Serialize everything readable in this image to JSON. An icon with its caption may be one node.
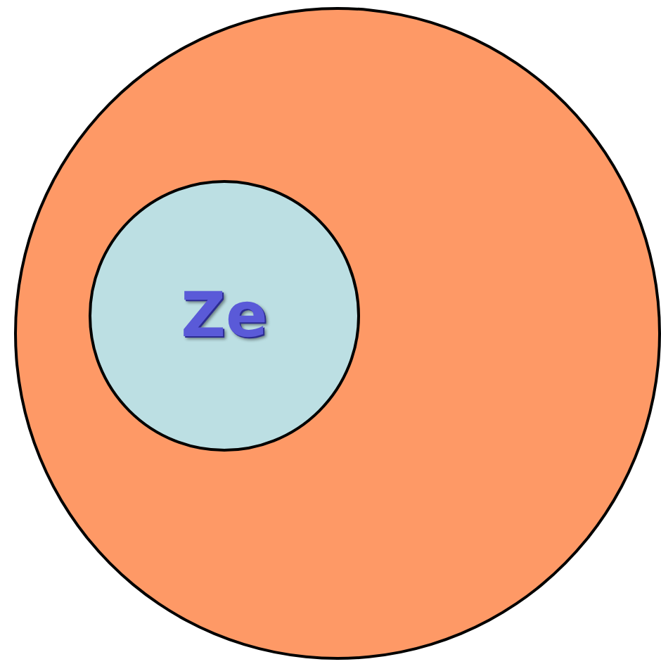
{
  "diagram": {
    "nodes": [
      {
        "text": [],
        "shape": "circle"
      },
      {
        "text": [
          "Ze"
        ],
        "in": 0
      }
    ]
  }
}
